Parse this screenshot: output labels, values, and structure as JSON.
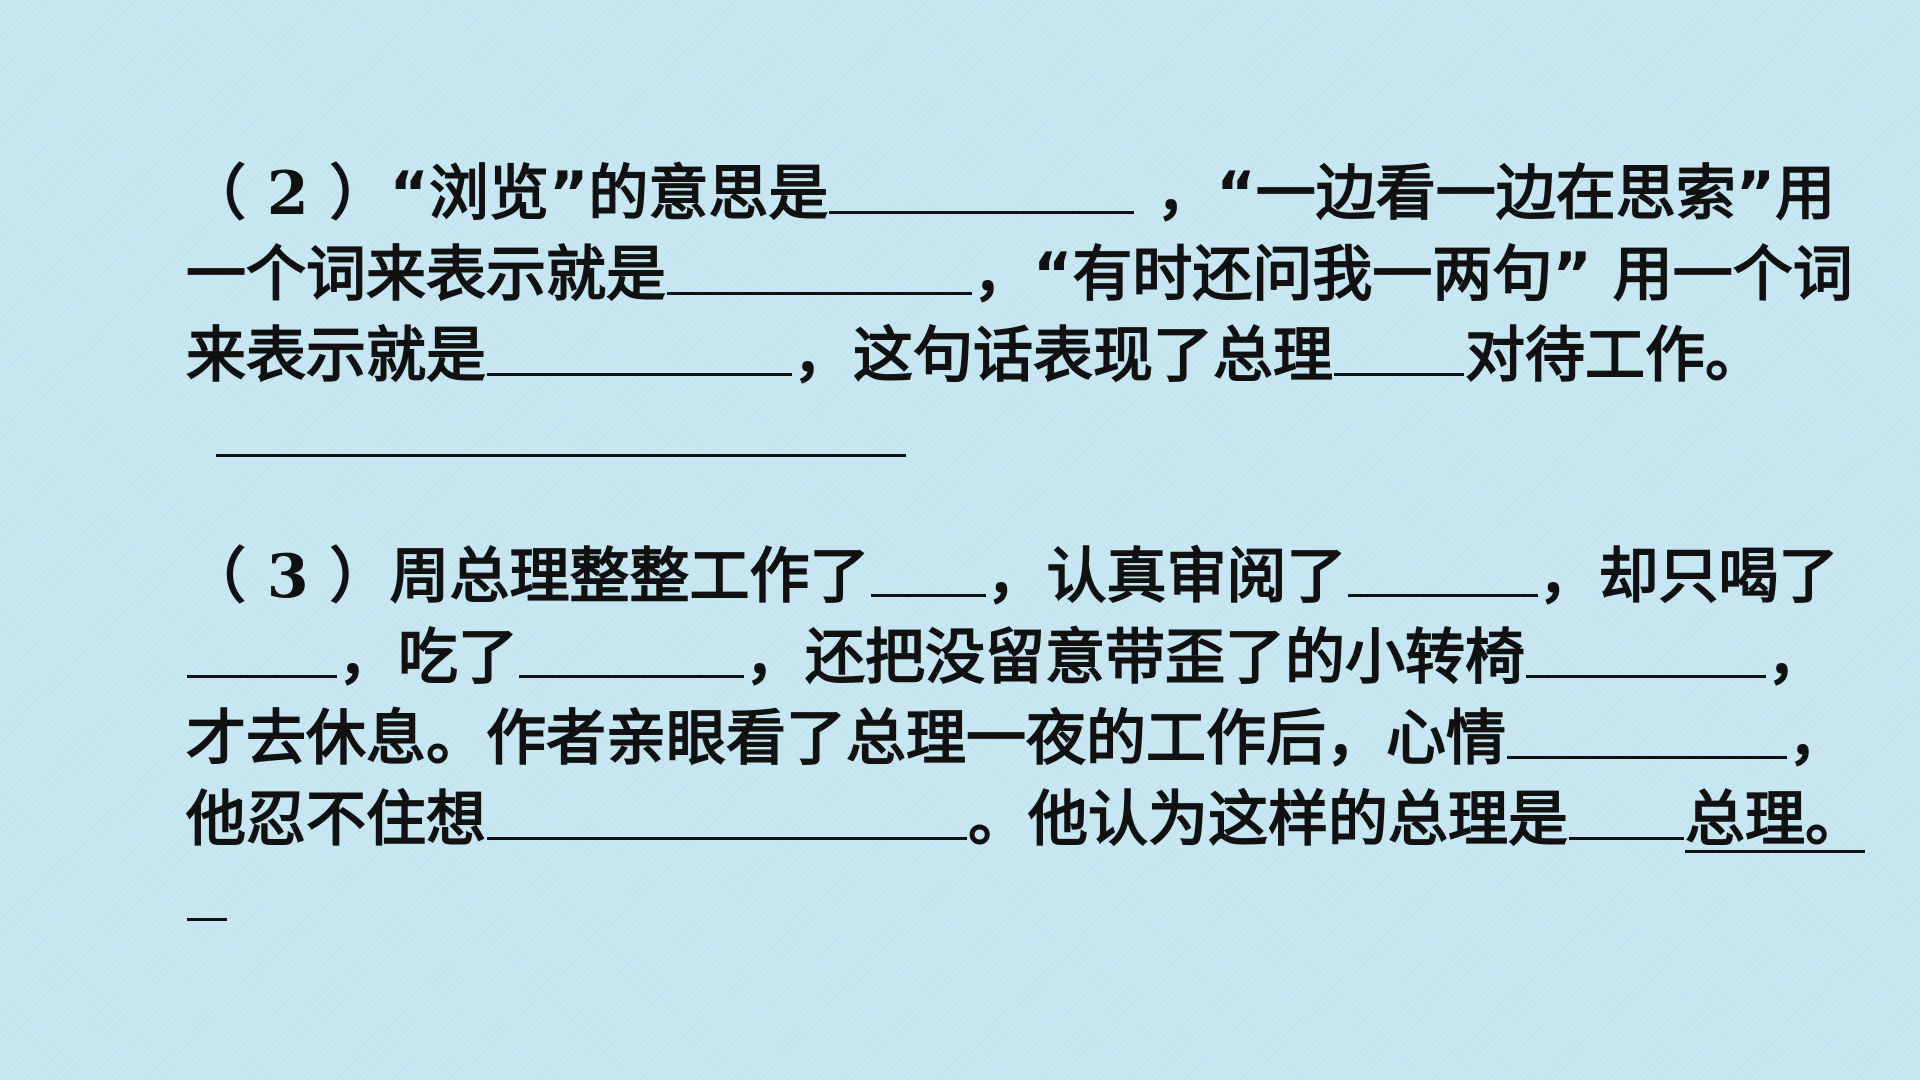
{
  "question2": {
    "open": "（ ",
    "num": "2",
    "close": " ）",
    "s1": "“浏览”的意思是",
    "s2": " ，“一边看一边在思索”用一个词来表示就是",
    "s3": "，“有时还问我一两句” 用一个词来表示就是",
    "s4": "，这句话表现了总理",
    "s5": "对待工作。"
  },
  "question3": {
    "open": "（ ",
    "num": "3",
    "close": " ）",
    "s1": "周总理整整工作了",
    "s2": "，认真审阅了",
    "s3": "，却只喝了",
    "s4": "，吃了",
    "s5": "，还把没留意带歪了的小转椅",
    "s6": "，才去休息。作者亲眼看了总理一夜的工作后，心情",
    "s7": "，他忍不住想",
    "s8": "。他认为这样的总理是",
    "s9": "总理。"
  }
}
